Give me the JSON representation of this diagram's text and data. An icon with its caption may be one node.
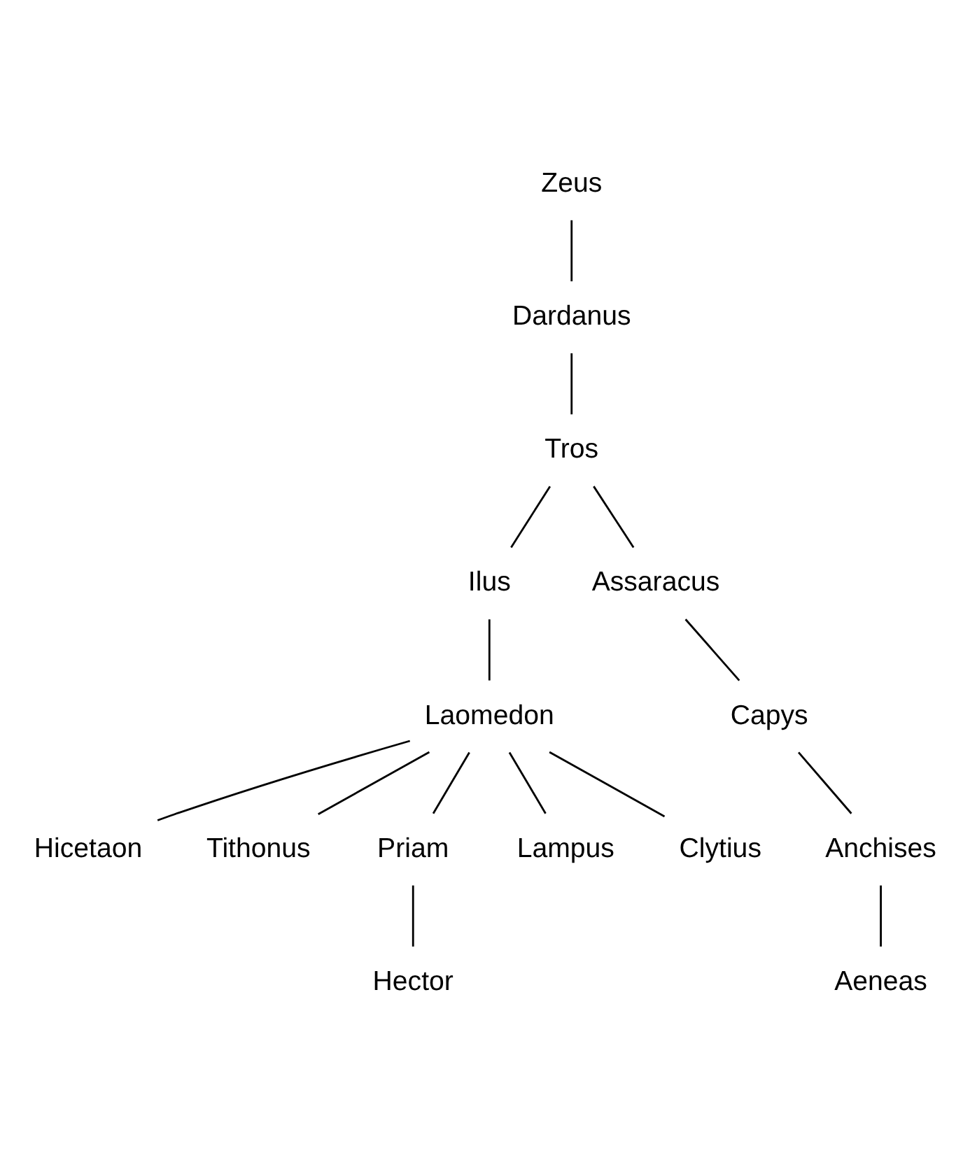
{
  "diagram": {
    "nodes": [
      {
        "text": [
          "Zeus"
        ]
      },
      {
        "text": [
          "Dardanus"
        ]
      },
      {
        "text": [
          "Tros"
        ]
      },
      {
        "text": [
          "Ilus"
        ]
      },
      {
        "text": [
          "Assaracus"
        ]
      },
      {
        "text": [
          "Laomedon"
        ]
      },
      {
        "text": [
          "Capys"
        ]
      },
      {
        "text": [
          "Hicetaon"
        ]
      },
      {
        "text": [
          "Tithonus"
        ]
      },
      {
        "text": [
          "Priam"
        ]
      },
      {
        "text": [
          "Lampus"
        ]
      },
      {
        "text": [
          "Clytius"
        ]
      },
      {
        "text": [
          "Anchises"
        ]
      },
      {
        "text": [
          "Hector"
        ]
      },
      {
        "text": [
          "Aeneas"
        ]
      }
    ],
    "edges": [
      {
        "from": 0,
        "to": 1,
        "arrow": "none"
      },
      {
        "from": 1,
        "to": 2,
        "arrow": "none"
      },
      {
        "from": 2,
        "to": 3,
        "arrow": "none"
      },
      {
        "from": 2,
        "to": 4,
        "arrow": "none"
      },
      {
        "from": 3,
        "to": 5,
        "arrow": "none"
      },
      {
        "from": 4,
        "to": 6,
        "arrow": "none"
      },
      {
        "from": 5,
        "to": 7,
        "arrow": "none"
      },
      {
        "from": 5,
        "to": 8,
        "arrow": "none"
      },
      {
        "from": 5,
        "to": 9,
        "arrow": "none"
      },
      {
        "from": 5,
        "to": 10,
        "arrow": "none"
      },
      {
        "from": 5,
        "to": 11,
        "arrow": "none"
      },
      {
        "from": 6,
        "to": 12,
        "arrow": "none"
      },
      {
        "from": 9,
        "to": 13,
        "arrow": "none"
      },
      {
        "from": 12,
        "to": 14,
        "arrow": "none"
      }
    ]
  }
}
